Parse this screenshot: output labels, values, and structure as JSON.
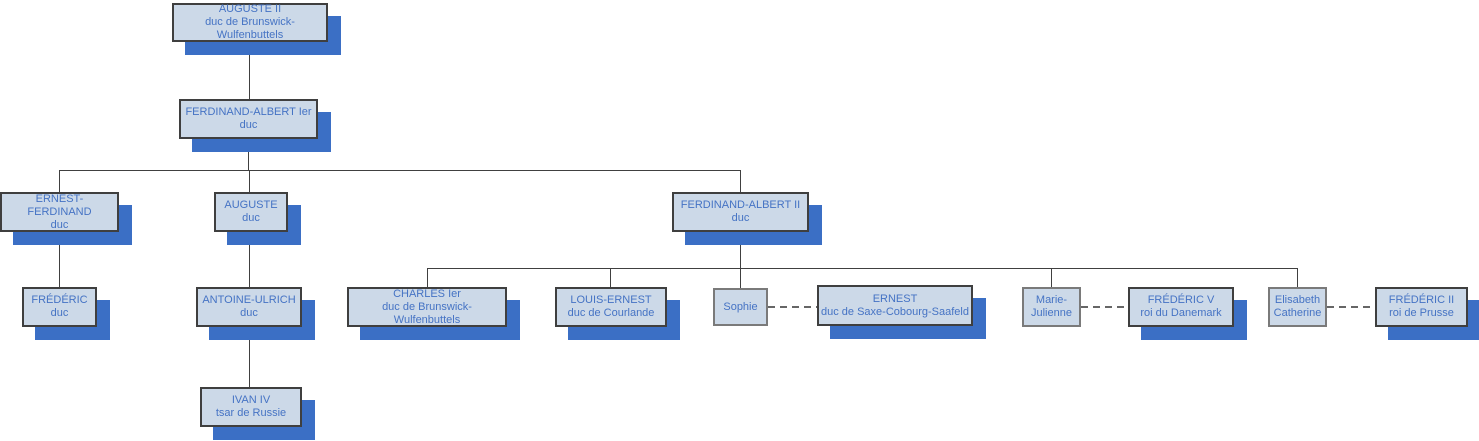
{
  "colors": {
    "box_fill": "#ccd9e8",
    "box_border": "#3f3f3f",
    "plain_box_border": "#7a7a7a",
    "shadow_blue": "#3b6fc5",
    "text_blue": "#4573c4",
    "connector_line": "#404040"
  },
  "nodes": {
    "auguste2": {
      "name": "AUGUSTE II",
      "title": "duc de Brunswick-Wulfenbuttels"
    },
    "ferdinand_albert1": {
      "name": "FERDINAND-ALBERT Ier",
      "title": "duc"
    },
    "ernest_ferdinand": {
      "name": "ERNEST-FERDINAND",
      "title": "duc"
    },
    "auguste": {
      "name": "AUGUSTE",
      "title": "duc"
    },
    "ferdinand_albert2": {
      "name": "FERDINAND-ALBERT II",
      "title": "duc"
    },
    "frederic_duc": {
      "name": "FRÉDÉRIC",
      "title": "duc"
    },
    "antoine_ulrich": {
      "name": "ANTOINE-ULRICH",
      "title": "duc"
    },
    "charles1": {
      "name": "CHARLES Ier",
      "title": "duc de Brunswick-Wulfenbuttels"
    },
    "louis_ernest": {
      "name": "LOUIS-ERNEST",
      "title": "duc de Courlande"
    },
    "sophie": {
      "name": "Sophie",
      "title": ""
    },
    "ernest": {
      "name": "ERNEST",
      "title": "duc de Saxe-Cobourg-Saafeld"
    },
    "marie_julienne": {
      "name": "Marie-Julienne",
      "title": ""
    },
    "frederic5": {
      "name": "FRÉDÉRIC V",
      "title": "roi du Danemark"
    },
    "elisabeth": {
      "name": "Elisabeth Catherine",
      "title": ""
    },
    "frederic2": {
      "name": "FRÉDÉRIC II",
      "title": "roi de Prusse"
    },
    "ivan4": {
      "name": "IVAN IV",
      "title": "tsar de Russie"
    }
  },
  "structure": {
    "root": "AUGUSTE II",
    "parent_child": [
      [
        "AUGUSTE II",
        "FERDINAND-ALBERT Ier"
      ],
      [
        "FERDINAND-ALBERT Ier",
        "ERNEST-FERDINAND"
      ],
      [
        "FERDINAND-ALBERT Ier",
        "AUGUSTE"
      ],
      [
        "FERDINAND-ALBERT Ier",
        "FERDINAND-ALBERT II"
      ],
      [
        "ERNEST-FERDINAND",
        "FRÉDÉRIC"
      ],
      [
        "AUGUSTE",
        "ANTOINE-ULRICH"
      ],
      [
        "ANTOINE-ULRICH",
        "IVAN IV"
      ],
      [
        "FERDINAND-ALBERT II",
        "CHARLES Ier"
      ],
      [
        "FERDINAND-ALBERT II",
        "LOUIS-ERNEST"
      ],
      [
        "FERDINAND-ALBERT II",
        "Sophie"
      ],
      [
        "FERDINAND-ALBERT II",
        "Marie-Julienne"
      ],
      [
        "FERDINAND-ALBERT II",
        "Elisabeth Catherine"
      ]
    ],
    "marriages": [
      [
        "Sophie",
        "ERNEST"
      ],
      [
        "Marie-Julienne",
        "FRÉDÉRIC V"
      ],
      [
        "Elisabeth Catherine",
        "FRÉDÉRIC II"
      ]
    ]
  }
}
